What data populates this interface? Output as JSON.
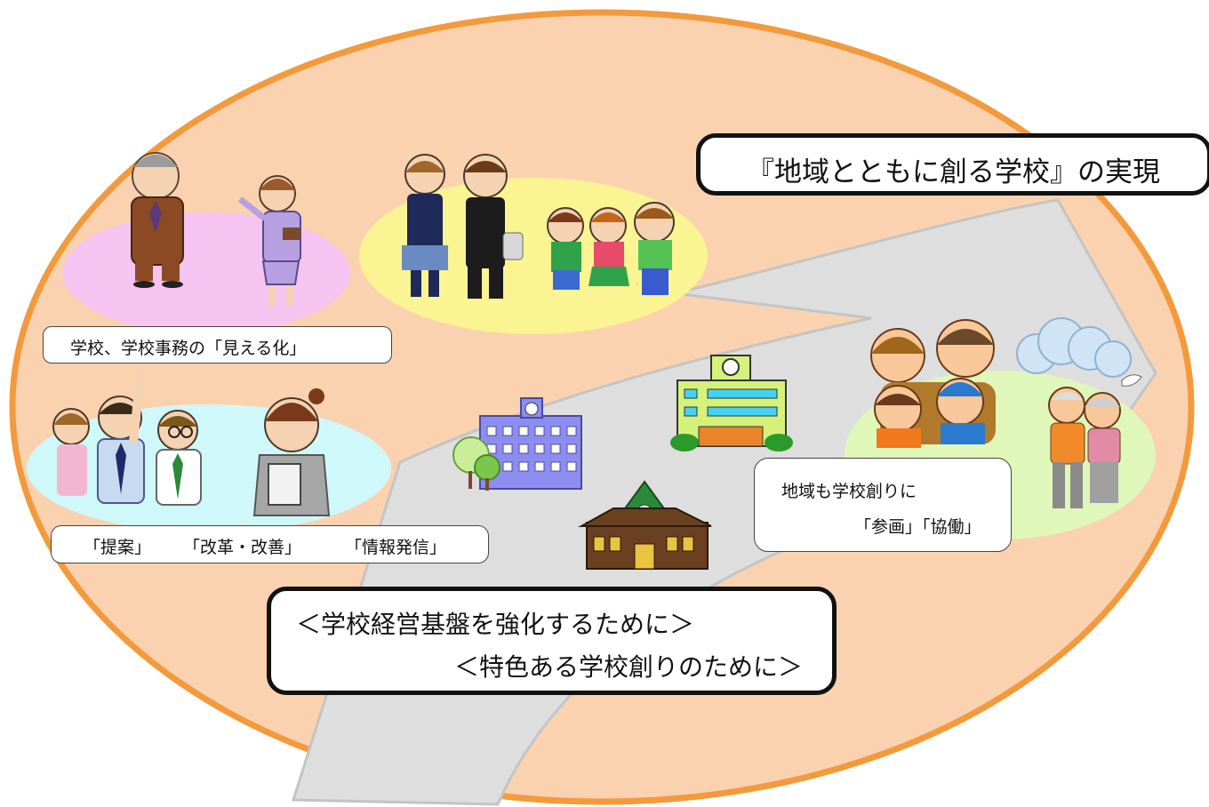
{
  "colors": {
    "outer_fill": "#fbd2b0",
    "outer_border": "#f39a3c",
    "road": "#dedede",
    "pink": "#f5c4f1",
    "yellow": "#faf492",
    "cyan": "#cff8fb",
    "green": "#dff7b8"
  },
  "title": "『地域とともに創る学校』の実現",
  "labels": {
    "visibility": "学校、学校事務の「見える化」",
    "proposal": "「提案」",
    "reform": "「改革・改善」",
    "info": "「情報発信」",
    "community_line1": "地域も学校創りに",
    "community_line2": "「参画」「協働」"
  },
  "goals": {
    "line1": "＜学校経営基盤を強化するために＞",
    "line2": "＜特色ある学校創りのために＞"
  },
  "figures": [
    "principal",
    "teacher",
    "junior-high-students",
    "elementary-children",
    "office-staff",
    "office-worker",
    "school-building",
    "modern-school",
    "historic-building",
    "family",
    "elderly-couple"
  ]
}
